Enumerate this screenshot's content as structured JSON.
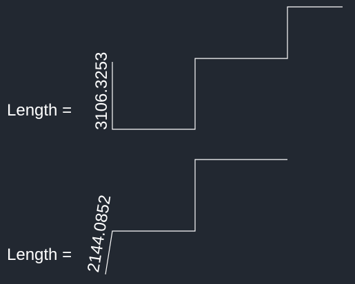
{
  "colors": {
    "background": "#222831",
    "stroke": "#ffffff",
    "text": "#ffffff"
  },
  "figures": [
    {
      "label": "Length =",
      "value": "3106.3253"
    },
    {
      "label": "Length =",
      "value": "2144.0852"
    }
  ]
}
